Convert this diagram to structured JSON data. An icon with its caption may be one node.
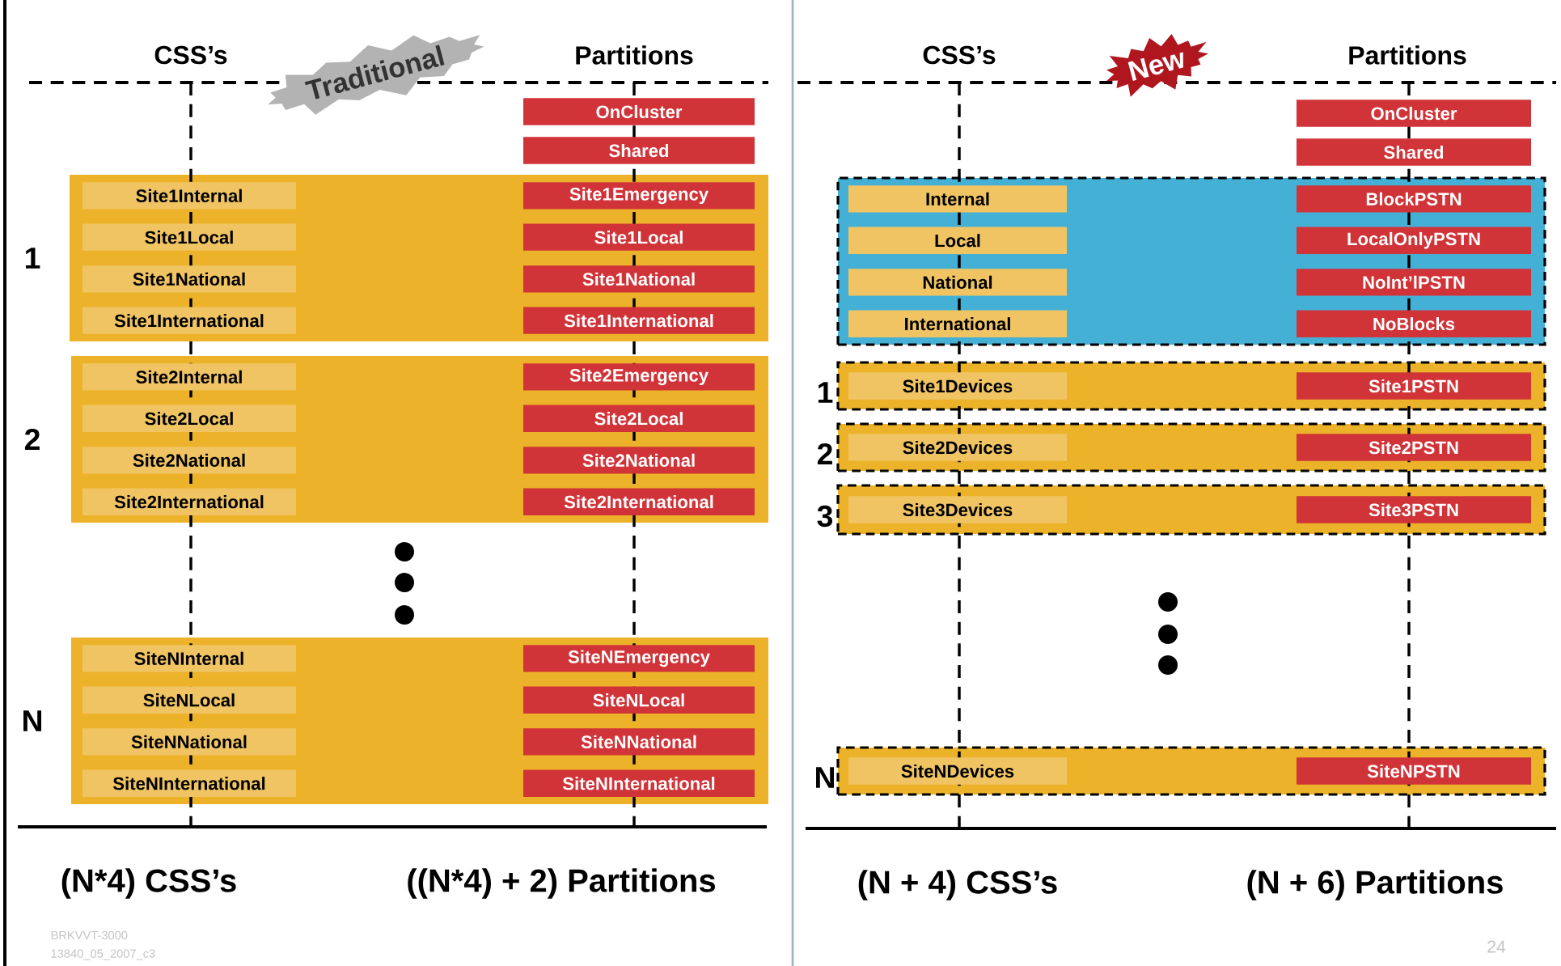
{
  "diagram": {
    "nodes": [
      {
        "text": [
          "Traditional"
        ]
      },
      {
        "text": [
          "OnCluster"
        ]
      },
      {
        "text": [
          "Shared"
        ]
      },
      {
        "text": [
          "1"
        ]
      },
      {
        "text": [
          "Site1Internal"
        ],
        "in": 3
      },
      {
        "text": [
          "Site1Emergency"
        ],
        "in": 3
      },
      {
        "text": [
          "Site1Local"
        ],
        "in": 3
      },
      {
        "text": [
          "Site1Local"
        ],
        "in": 3
      },
      {
        "text": [
          "Site1National"
        ],
        "in": 3
      },
      {
        "text": [
          "Site1National"
        ],
        "in": 3
      },
      {
        "text": [
          "Site1International"
        ],
        "in": 3
      },
      {
        "text": [
          "Site1International"
        ],
        "in": 3
      },
      {
        "text": [
          "2"
        ]
      },
      {
        "text": [
          "Site2Internal"
        ],
        "in": 12
      },
      {
        "text": [
          "Site2Emergency"
        ],
        "in": 12
      },
      {
        "text": [
          "Site2Local"
        ],
        "in": 12
      },
      {
        "text": [
          "Site2Local"
        ],
        "in": 12
      },
      {
        "text": [
          "Site2National"
        ],
        "in": 12
      },
      {
        "text": [
          "Site2National"
        ],
        "in": 12
      },
      {
        "text": [
          "Site2International"
        ],
        "in": 12
      },
      {
        "text": [
          "Site2International"
        ],
        "in": 12
      },
      {
        "text": [
          "N"
        ]
      },
      {
        "text": [
          "SiteNInternal"
        ],
        "in": 21
      },
      {
        "text": [
          "SiteNEmergency"
        ],
        "in": 21
      },
      {
        "text": [
          "SiteNLocal"
        ],
        "in": 21
      },
      {
        "text": [
          "SiteNLocal"
        ],
        "in": 21
      },
      {
        "text": [
          "SiteNNational"
        ],
        "in": 21
      },
      {
        "text": [
          "SiteNNational"
        ],
        "in": 21
      },
      {
        "text": [
          "SiteNInternational"
        ],
        "in": 21
      },
      {
        "text": [
          "SiteNInternational"
        ],
        "in": 21
      },
      {
        "text": [
          "New"
        ]
      },
      {
        "text": [
          "OnCluster"
        ]
      },
      {
        "text": [
          "Shared"
        ]
      },
      {
        "text": [],
        "shape": "box"
      },
      {
        "text": [
          "Internal"
        ],
        "in": 33
      },
      {
        "text": [
          "BlockPSTN"
        ],
        "in": 33
      },
      {
        "text": [
          "Local"
        ],
        "in": 33
      },
      {
        "text": [
          "LocalOnlyPSTN"
        ],
        "in": 33
      },
      {
        "text": [
          "National"
        ],
        "in": 33
      },
      {
        "text": [
          "NoInt’lPSTN"
        ],
        "in": 33
      },
      {
        "text": [
          "International"
        ],
        "in": 33
      },
      {
        "text": [
          "NoBlocks"
        ],
        "in": 33
      },
      {
        "text": [
          "1"
        ]
      },
      {
        "text": [
          "Site1Devices"
        ],
        "in": 42
      },
      {
        "text": [
          "Site1PSTN"
        ],
        "in": 42
      },
      {
        "text": [
          "2"
        ]
      },
      {
        "text": [
          "Site2Devices"
        ],
        "in": 45
      },
      {
        "text": [
          "Site2PSTN"
        ],
        "in": 45
      },
      {
        "text": [
          "3"
        ]
      },
      {
        "text": [
          "Site3Devices"
        ],
        "in": 48
      },
      {
        "text": [
          "Site3PSTN"
        ],
        "in": 48
      },
      {
        "text": [
          "N"
        ]
      },
      {
        "text": [
          "SiteNDevices"
        ],
        "in": 51
      },
      {
        "text": [
          "SiteNPSTN"
        ],
        "in": 51
      }
    ],
    "labels": [
      "CSS’s",
      "Partitions",
      "(N*4) CSS’s",
      "((N*4) + 2) Partitions",
      "BRKVVT-3000",
      "13840_05_2007_c3",
      "CSS’s",
      "Partitions",
      "(N + 4) CSS’s",
      "(N + 6) Partitions",
      "24"
    ]
  }
}
